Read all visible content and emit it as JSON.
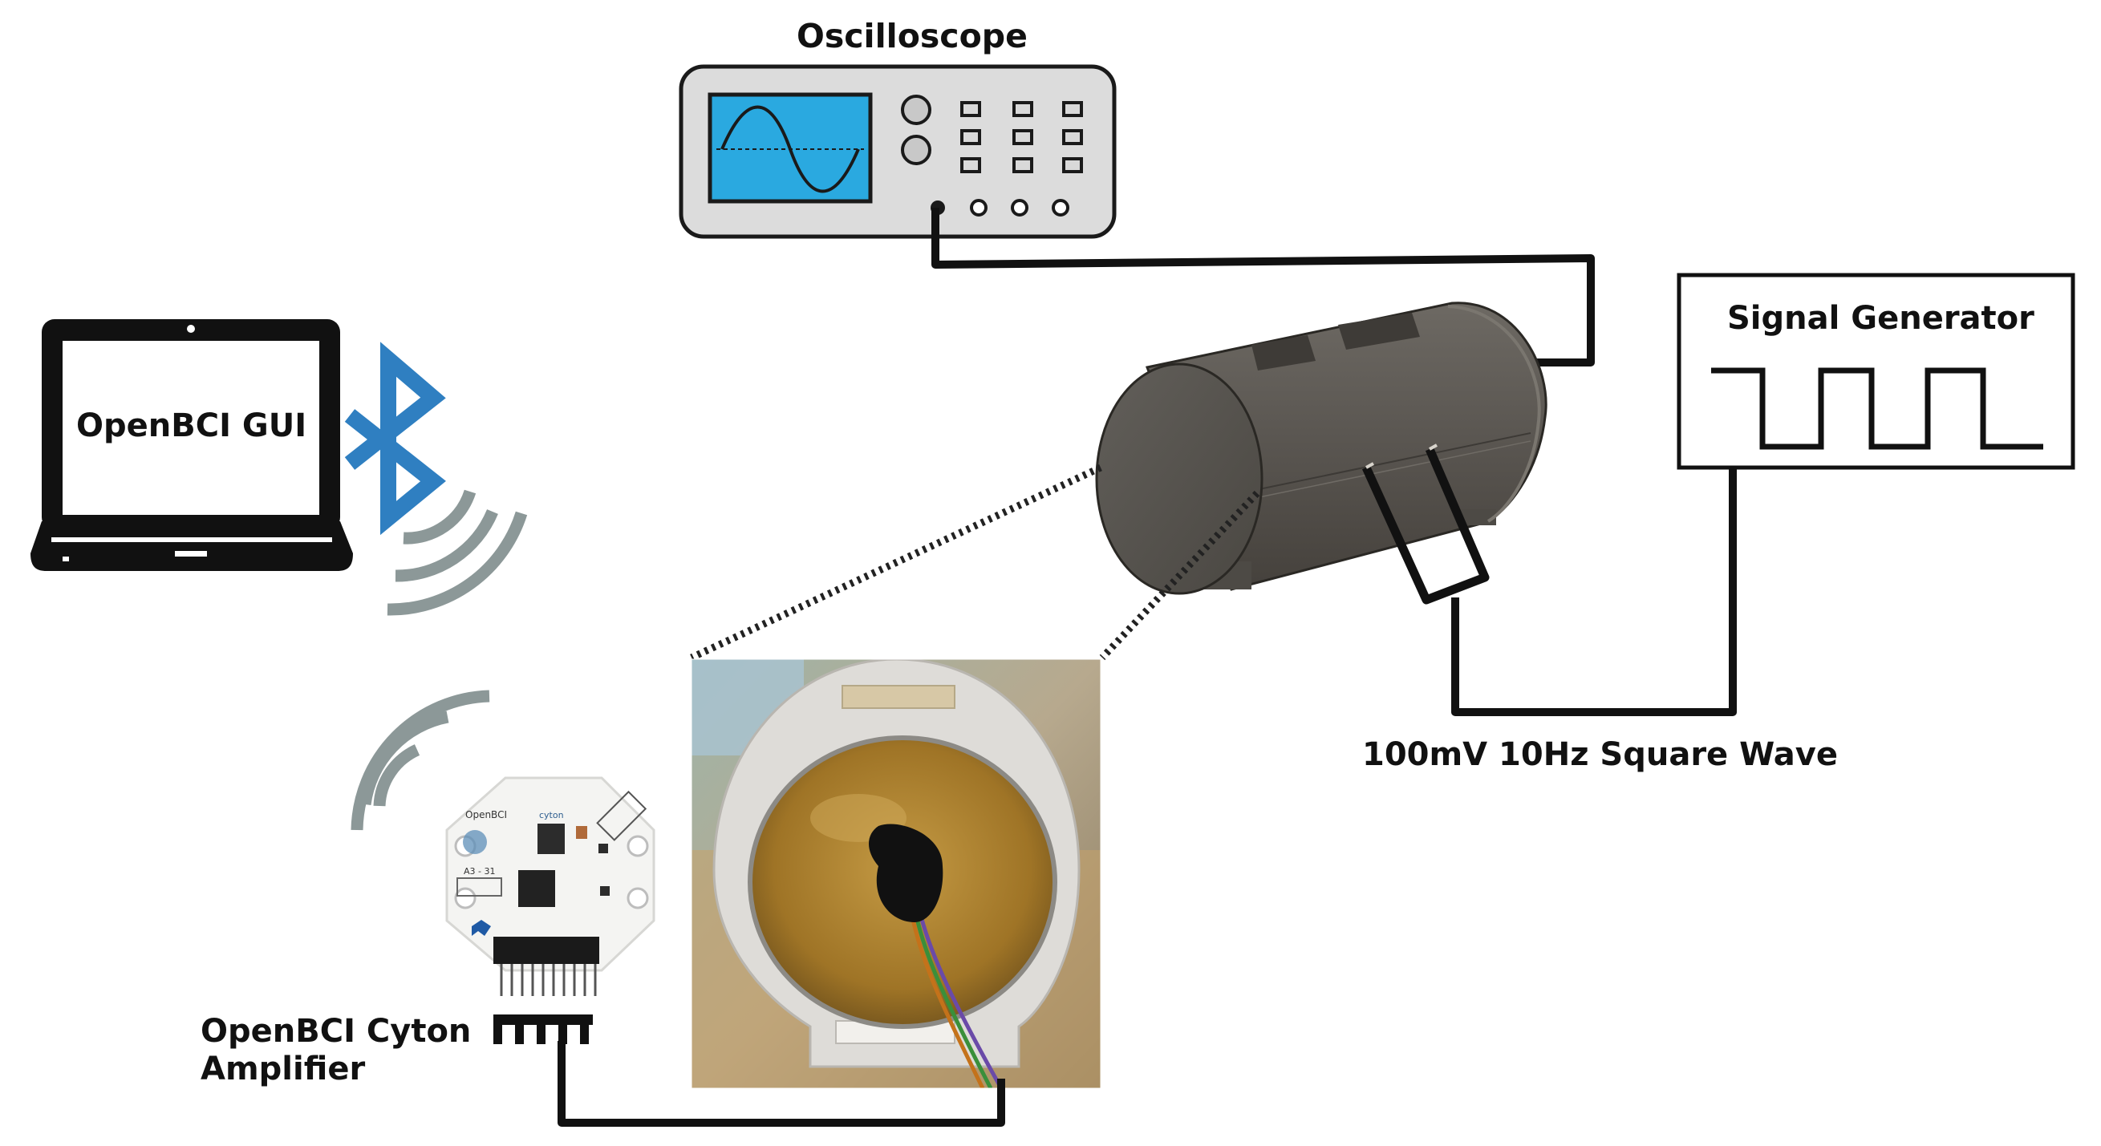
{
  "labels": {
    "oscilloscope": "Oscilloscope",
    "gui": "OpenBCI GUI",
    "signal_generator": "Signal Generator",
    "wave": "100mV 10Hz Square Wave",
    "cyton_line1": "OpenBCI Cyton",
    "cyton_line2": "Amplifier"
  },
  "board_marks": {
    "brand": "OpenBCI",
    "model": "cyton",
    "code": "A3 - 31"
  },
  "colors": {
    "scope_screen": "#2aa9e0",
    "scope_body": "#dcdcdc",
    "bluetooth": "#2f7fc1",
    "wifi_arcs": "#8c9898",
    "cylinder": "#57534d",
    "wire": "#111111",
    "photo_gel": "#a57a2a"
  },
  "icons": [
    "bluetooth-icon",
    "wifi-signal-icon",
    "sine-wave-icon",
    "square-wave-icon",
    "laptop-icon",
    "oscilloscope-icon"
  ]
}
